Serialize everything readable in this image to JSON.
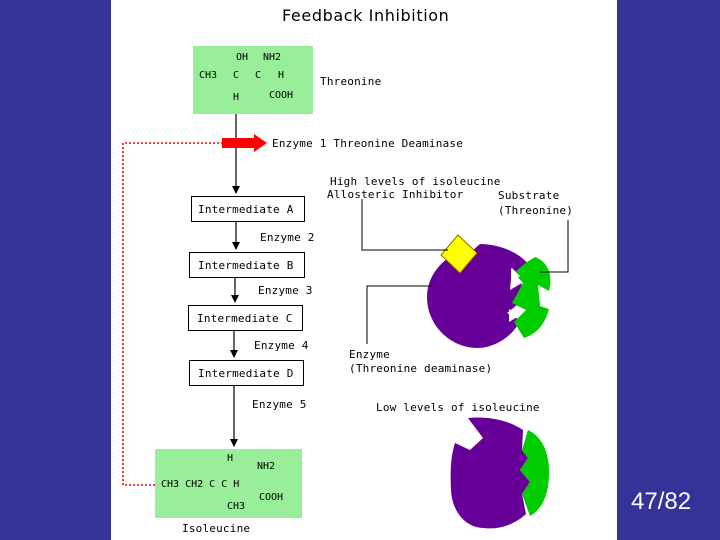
{
  "slide": {
    "title": "Feedback Inhibition",
    "page_number": "47/82"
  },
  "threonine": {
    "label": "Threonine",
    "formula": {
      "oh": "OH",
      "nh2": "NH2",
      "ch3": "CH3",
      "c1": "C",
      "c2": "C",
      "h1": "H",
      "h2": "H",
      "cooh": "COOH"
    }
  },
  "enzymes": {
    "enzyme1": "Enzyme 1 Threonine Deaminase",
    "enzyme2": "Enzyme 2",
    "enzyme3": "Enzyme 3",
    "enzyme4": "Enzyme 4",
    "enzyme5": "Enzyme 5"
  },
  "intermediates": {
    "a": "Intermediate A",
    "b": "Intermediate B",
    "c": "Intermediate C",
    "d": "Intermediate D"
  },
  "isoleucine": {
    "label": "Isoleucine",
    "formula": {
      "h": "H",
      "nh2": "NH2",
      "chain": "CH3 CH2 C C H",
      "ch3": "CH3",
      "cooh": "COOH"
    }
  },
  "allosteric": {
    "high_levels": "High levels of isoleucine",
    "inhibitor": "Allosteric Inhibitor",
    "substrate_label": "Substrate",
    "substrate_name": "(Threonine)",
    "enzyme_label": "Enzyme",
    "enzyme_name": "(Threonine deaminase)",
    "low_levels": "Low levels of isoleucine"
  },
  "colors": {
    "background": "#333399",
    "panel": "#ffffff",
    "molecule_box": "#99ee99",
    "enzyme": "#660099",
    "substrate": "#00cc00",
    "inhibitor": "#ffff00",
    "feedback_arrow": "#ff0000"
  }
}
